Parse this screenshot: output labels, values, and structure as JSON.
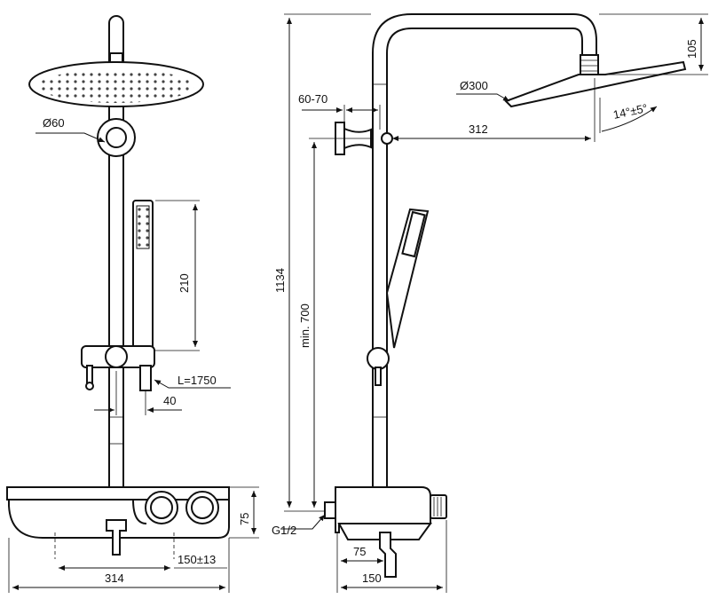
{
  "dimensions": {
    "diameter_shower_head_rose": "Ø60",
    "hand_shower_length": "210",
    "hose_length": "L=1750",
    "holder_offset": "40",
    "body_height": "75",
    "inlet_spacing": "150±13",
    "body_width": "314",
    "total_height": "1134",
    "bracket_range": "60-70",
    "arm_drop": "105",
    "head_diameter": "Ø300",
    "arm_projection": "312",
    "tilt_angle": "14°±5°",
    "min_install_height": "min. 700",
    "inlet_thread": "G1/2",
    "outlet_offset": "75",
    "body_depth": "150"
  }
}
